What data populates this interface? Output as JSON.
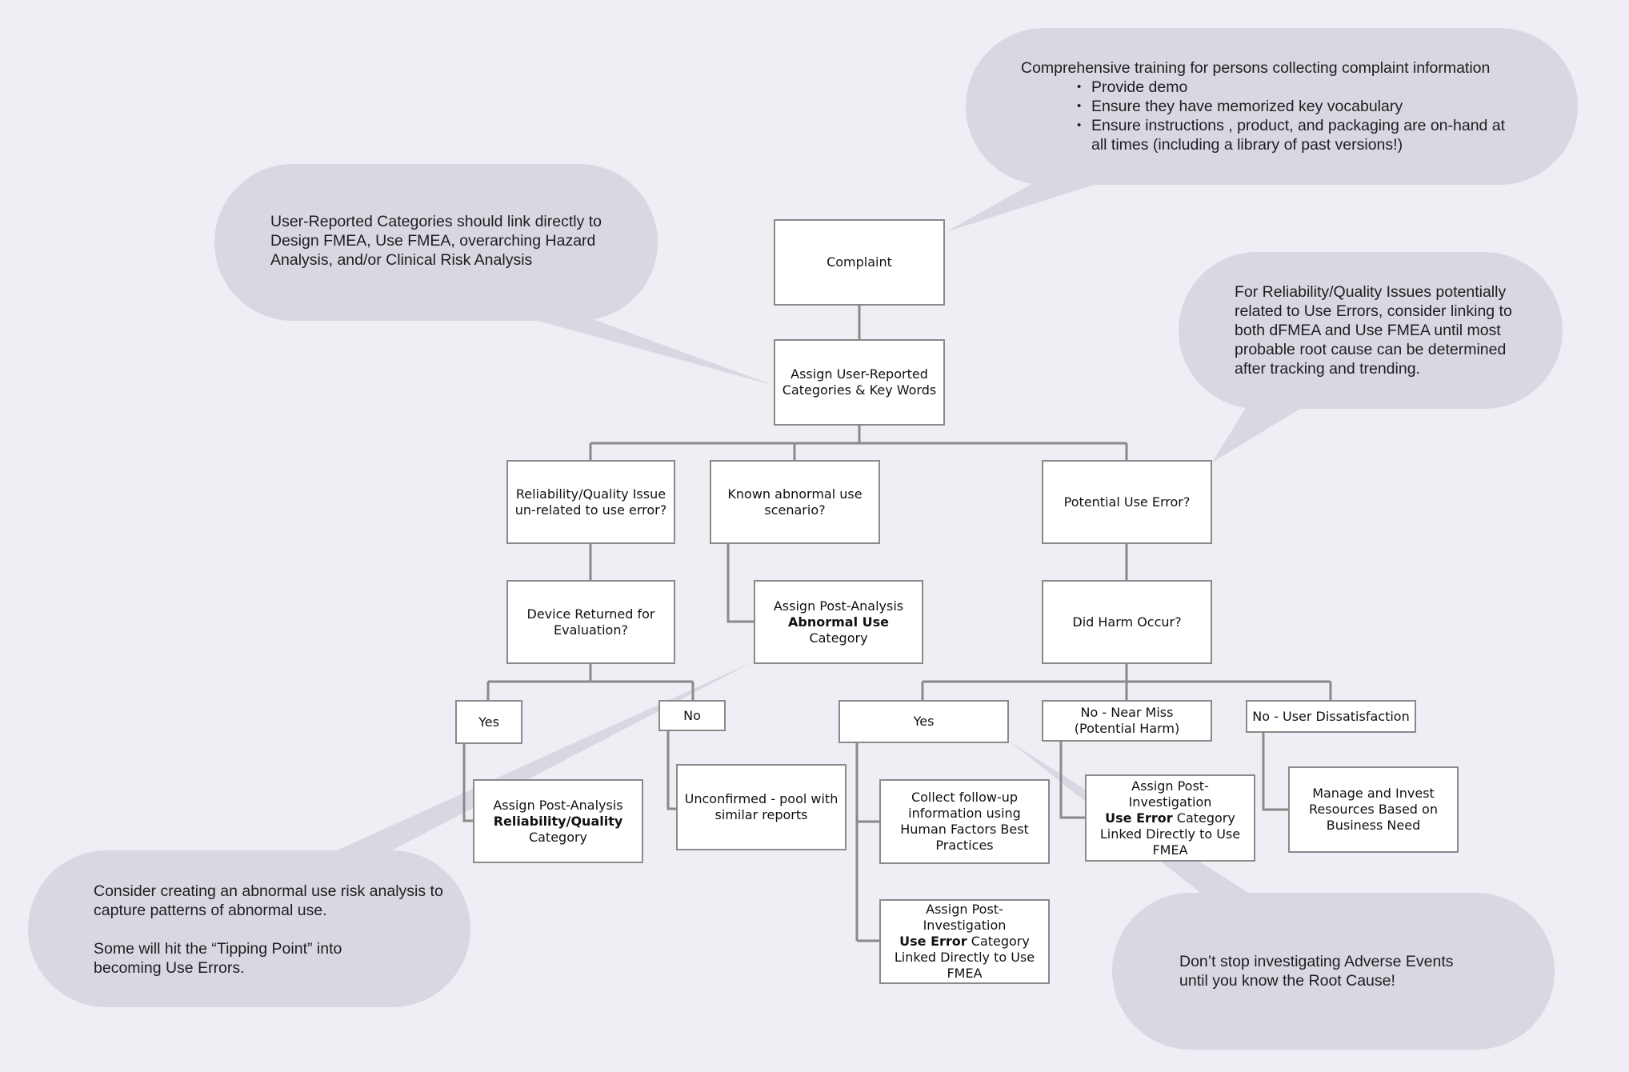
{
  "colors": {
    "background": "#eeeef4",
    "bubble": "#d8d8e2",
    "connector": "#8a8a8a",
    "box_fill": "#ffffff"
  },
  "bubbles": {
    "training": {
      "heading": "Comprehensive training for persons collecting complaint information",
      "bullets": [
        "Provide demo",
        "Ensure they have memorized key vocabulary",
        "Ensure instructions , product, and packaging are on-hand at all times (including a library of past versions!)"
      ]
    },
    "categories": {
      "text": "User-Reported Categories should link directly to Design FMEA, Use FMEA, overarching Hazard Analysis, and/or Clinical Risk Analysis"
    },
    "reliability": {
      "text": "For Reliability/Quality Issues potentially related to Use Errors, consider linking to both dFMEA and Use FMEA until most probable root cause can be determined after tracking and trending."
    },
    "abnormal": {
      "line1": "Consider creating an abnormal use risk analysis to capture patterns of abnormal use.",
      "line2": "Some will hit the “Tipping Point” into becoming Use Errors."
    },
    "adverse": {
      "text": "Don’t stop investigating Adverse Events until you know the Root Cause!"
    }
  },
  "boxes": {
    "complaint": "Complaint",
    "assign_categories": "Assign User-Reported Categories & Key Words",
    "reliability_issue": "Reliability/Quality Issue un-related to use error?",
    "known_abnormal": "Known abnormal use scenario?",
    "potential_use_error": "Potential Use Error?",
    "device_returned": "Device Returned for Evaluation?",
    "assign_abnormal": {
      "pre": "Assign Post-Analysis",
      "bold": "Abnormal Use",
      "post": "Category"
    },
    "did_harm": "Did Harm Occur?",
    "yes_left": "Yes",
    "no_left": "No",
    "yes_harm": "Yes",
    "near_miss": "No - Near Miss (Potential Harm)",
    "dissatisfaction": "No - User Dissatisfaction",
    "assign_reliability": {
      "pre": "Assign Post-Analysis",
      "bold": "Reliability/Quality",
      "post": "Category"
    },
    "unconfirmed": "Unconfirmed - pool with similar reports",
    "collect_followup": "Collect follow-up information using Human Factors Best Practices",
    "assign_use_error_near": {
      "pre": "Assign Post-Investigation",
      "bold": "Use Error",
      "post": "Category Linked Directly to Use FMEA"
    },
    "manage_resources": "Manage and Invest Resources Based on Business Need",
    "assign_use_error_harm": {
      "pre": "Assign Post-Investigation",
      "bold": "Use Error",
      "post": "Category Linked Directly to Use FMEA"
    }
  }
}
